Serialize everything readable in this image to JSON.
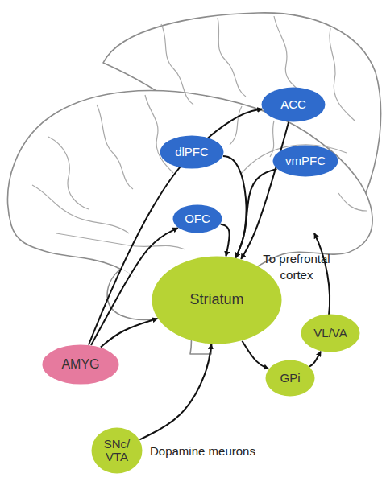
{
  "diagram": {
    "nodes": [
      {
        "text": [
          "ACC"
        ]
      },
      {
        "text": [
          "dlPFC"
        ]
      },
      {
        "text": [
          "vmPFC"
        ]
      },
      {
        "text": [
          "OFC"
        ]
      },
      {
        "text": [
          "Striatum"
        ]
      },
      {
        "text": [
          "AMYG"
        ]
      },
      {
        "text": [
          "VL/VA"
        ]
      },
      {
        "text": [
          "GPi"
        ]
      },
      {
        "text": [
          "SNc/ VTA"
        ]
      }
    ],
    "edges": [
      {
        "from": 5,
        "to": 0,
        "arrow": "to"
      },
      {
        "from": 5,
        "to": 3,
        "arrow": "to"
      },
      {
        "from": 5,
        "to": 4,
        "arrow": "to"
      },
      {
        "from": 0,
        "to": 4,
        "arrow": "to"
      },
      {
        "from": 1,
        "to": 4,
        "arrow": "to"
      },
      {
        "from": 2,
        "to": 4,
        "arrow": "to"
      },
      {
        "from": 3,
        "to": 4,
        "arrow": "to"
      },
      {
        "from": 8,
        "to": 4,
        "arrow": "to"
      },
      {
        "from": 4,
        "to": 7,
        "arrow": "to"
      },
      {
        "from": 7,
        "to": 6,
        "arrow": "to"
      }
    ],
    "labels": [
      "To prefrontal cortex",
      "Dopamine meurons"
    ]
  }
}
